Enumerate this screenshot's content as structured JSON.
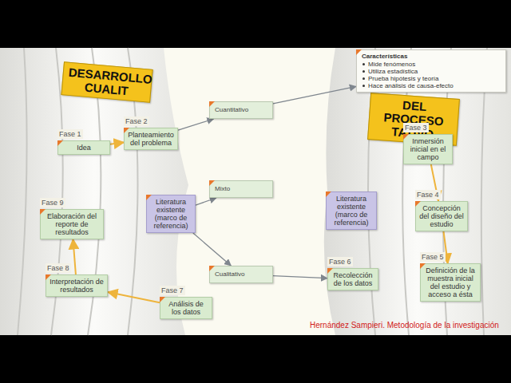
{
  "diagram": {
    "nodes": [
      {
        "text": [
          "DESARROLLO",
          "CUALIT"
        ]
      },
      {
        "text": [
          "DEL PROCESO",
          "TATIVO"
        ]
      },
      {
        "text": [
          "Fase 1",
          "Idea"
        ]
      },
      {
        "text": [
          "Fase 2",
          "Planteamiento del problema"
        ]
      },
      {
        "text": [
          "Literatura existente (marco de referencia)"
        ]
      },
      {
        "text": [
          "Fase 9",
          "Elaboración del reporte de resultados"
        ]
      },
      {
        "text": [
          "Fase 8",
          "Interpretación de resultados"
        ]
      },
      {
        "text": [
          "Fase 7",
          "Análisis de los datos"
        ]
      },
      {
        "text": [
          "Cuantitativo"
        ]
      },
      {
        "text": [
          "Mixto"
        ]
      },
      {
        "text": [
          "Cualitativo"
        ]
      },
      {
        "text": [
          "Características",
          "Mide fenómenos",
          "Utiliza estadística",
          "Prueba hipótesis y teoría",
          "Hace análisis de causa-efecto"
        ]
      },
      {
        "text": [
          "Literatura existente (marco de referencia)"
        ]
      },
      {
        "text": [
          "Fase 3",
          "Inmersión inicial en el campo"
        ]
      },
      {
        "text": [
          "Fase 4",
          "Concepción del diseño del estudio"
        ]
      },
      {
        "text": [
          "Fase 5",
          "Definición de la muestra inicial del estudio y acceso a ésta"
        ]
      },
      {
        "text": [
          "Fase 6",
          "Recolección de los datos"
        ]
      }
    ],
    "edges": [
      {
        "from": 3,
        "to": 8,
        "arrow": "to"
      },
      {
        "from": 4,
        "to": 9,
        "arrow": "to"
      },
      {
        "from": 4,
        "to": 10,
        "arrow": "to"
      },
      {
        "from": 8,
        "to": 11,
        "arrow": "to"
      },
      {
        "from": 10,
        "to": 16,
        "arrow": "to"
      },
      {
        "from": 2,
        "to": 3,
        "arrow": "to"
      },
      {
        "from": 6,
        "to": 5,
        "arrow": "to"
      },
      {
        "from": 7,
        "to": 6,
        "arrow": "to"
      },
      {
        "from": 13,
        "to": 14,
        "arrow": "to"
      },
      {
        "from": 14,
        "to": 15,
        "arrow": "to"
      }
    ],
    "labels": [
      "Hernández Sampieri. Metodología de la investigación"
    ]
  }
}
